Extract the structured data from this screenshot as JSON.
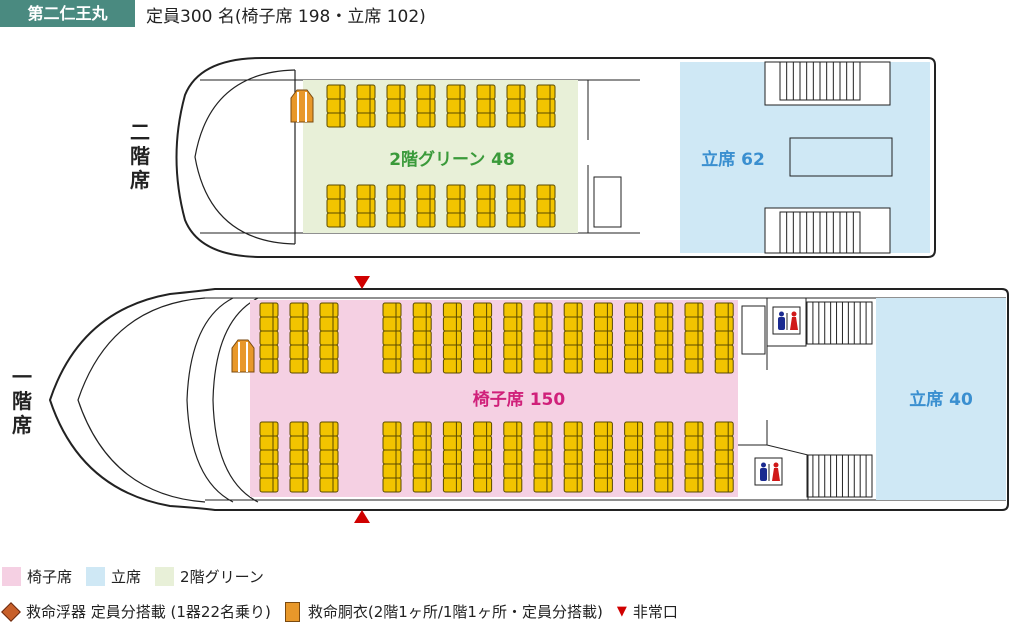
{
  "header": {
    "ship_name": "第二仁王丸",
    "capacity": "定員300 名(椅子席 198・立席 102)"
  },
  "decks": {
    "upper": {
      "label": "二階席",
      "green_label": "2階グリーン 48",
      "standing_label": "立席 62"
    },
    "lower": {
      "label": "一階席",
      "seat_label": "椅子席 150",
      "standing_label": "立席 40"
    }
  },
  "legend": {
    "areas": [
      {
        "label": "椅子席",
        "color": "#f5d0e3"
      },
      {
        "label": "立席",
        "color": "#cfe8f5"
      },
      {
        "label": "2階グリーン",
        "color": "#e8f0d8"
      }
    ],
    "liferaft": "救命浮器 定員分搭載 (1器22名乗り)",
    "lifejacket": "救命胴衣(2階1ヶ所/1階1ヶ所・定員分搭載)",
    "exit": "非常口"
  },
  "colors": {
    "seat": "#f2c400",
    "green_text": "#3a9a3a",
    "blue_text": "#3a8fd0",
    "pink_text": "#d0207a",
    "exit": "#d00000"
  }
}
